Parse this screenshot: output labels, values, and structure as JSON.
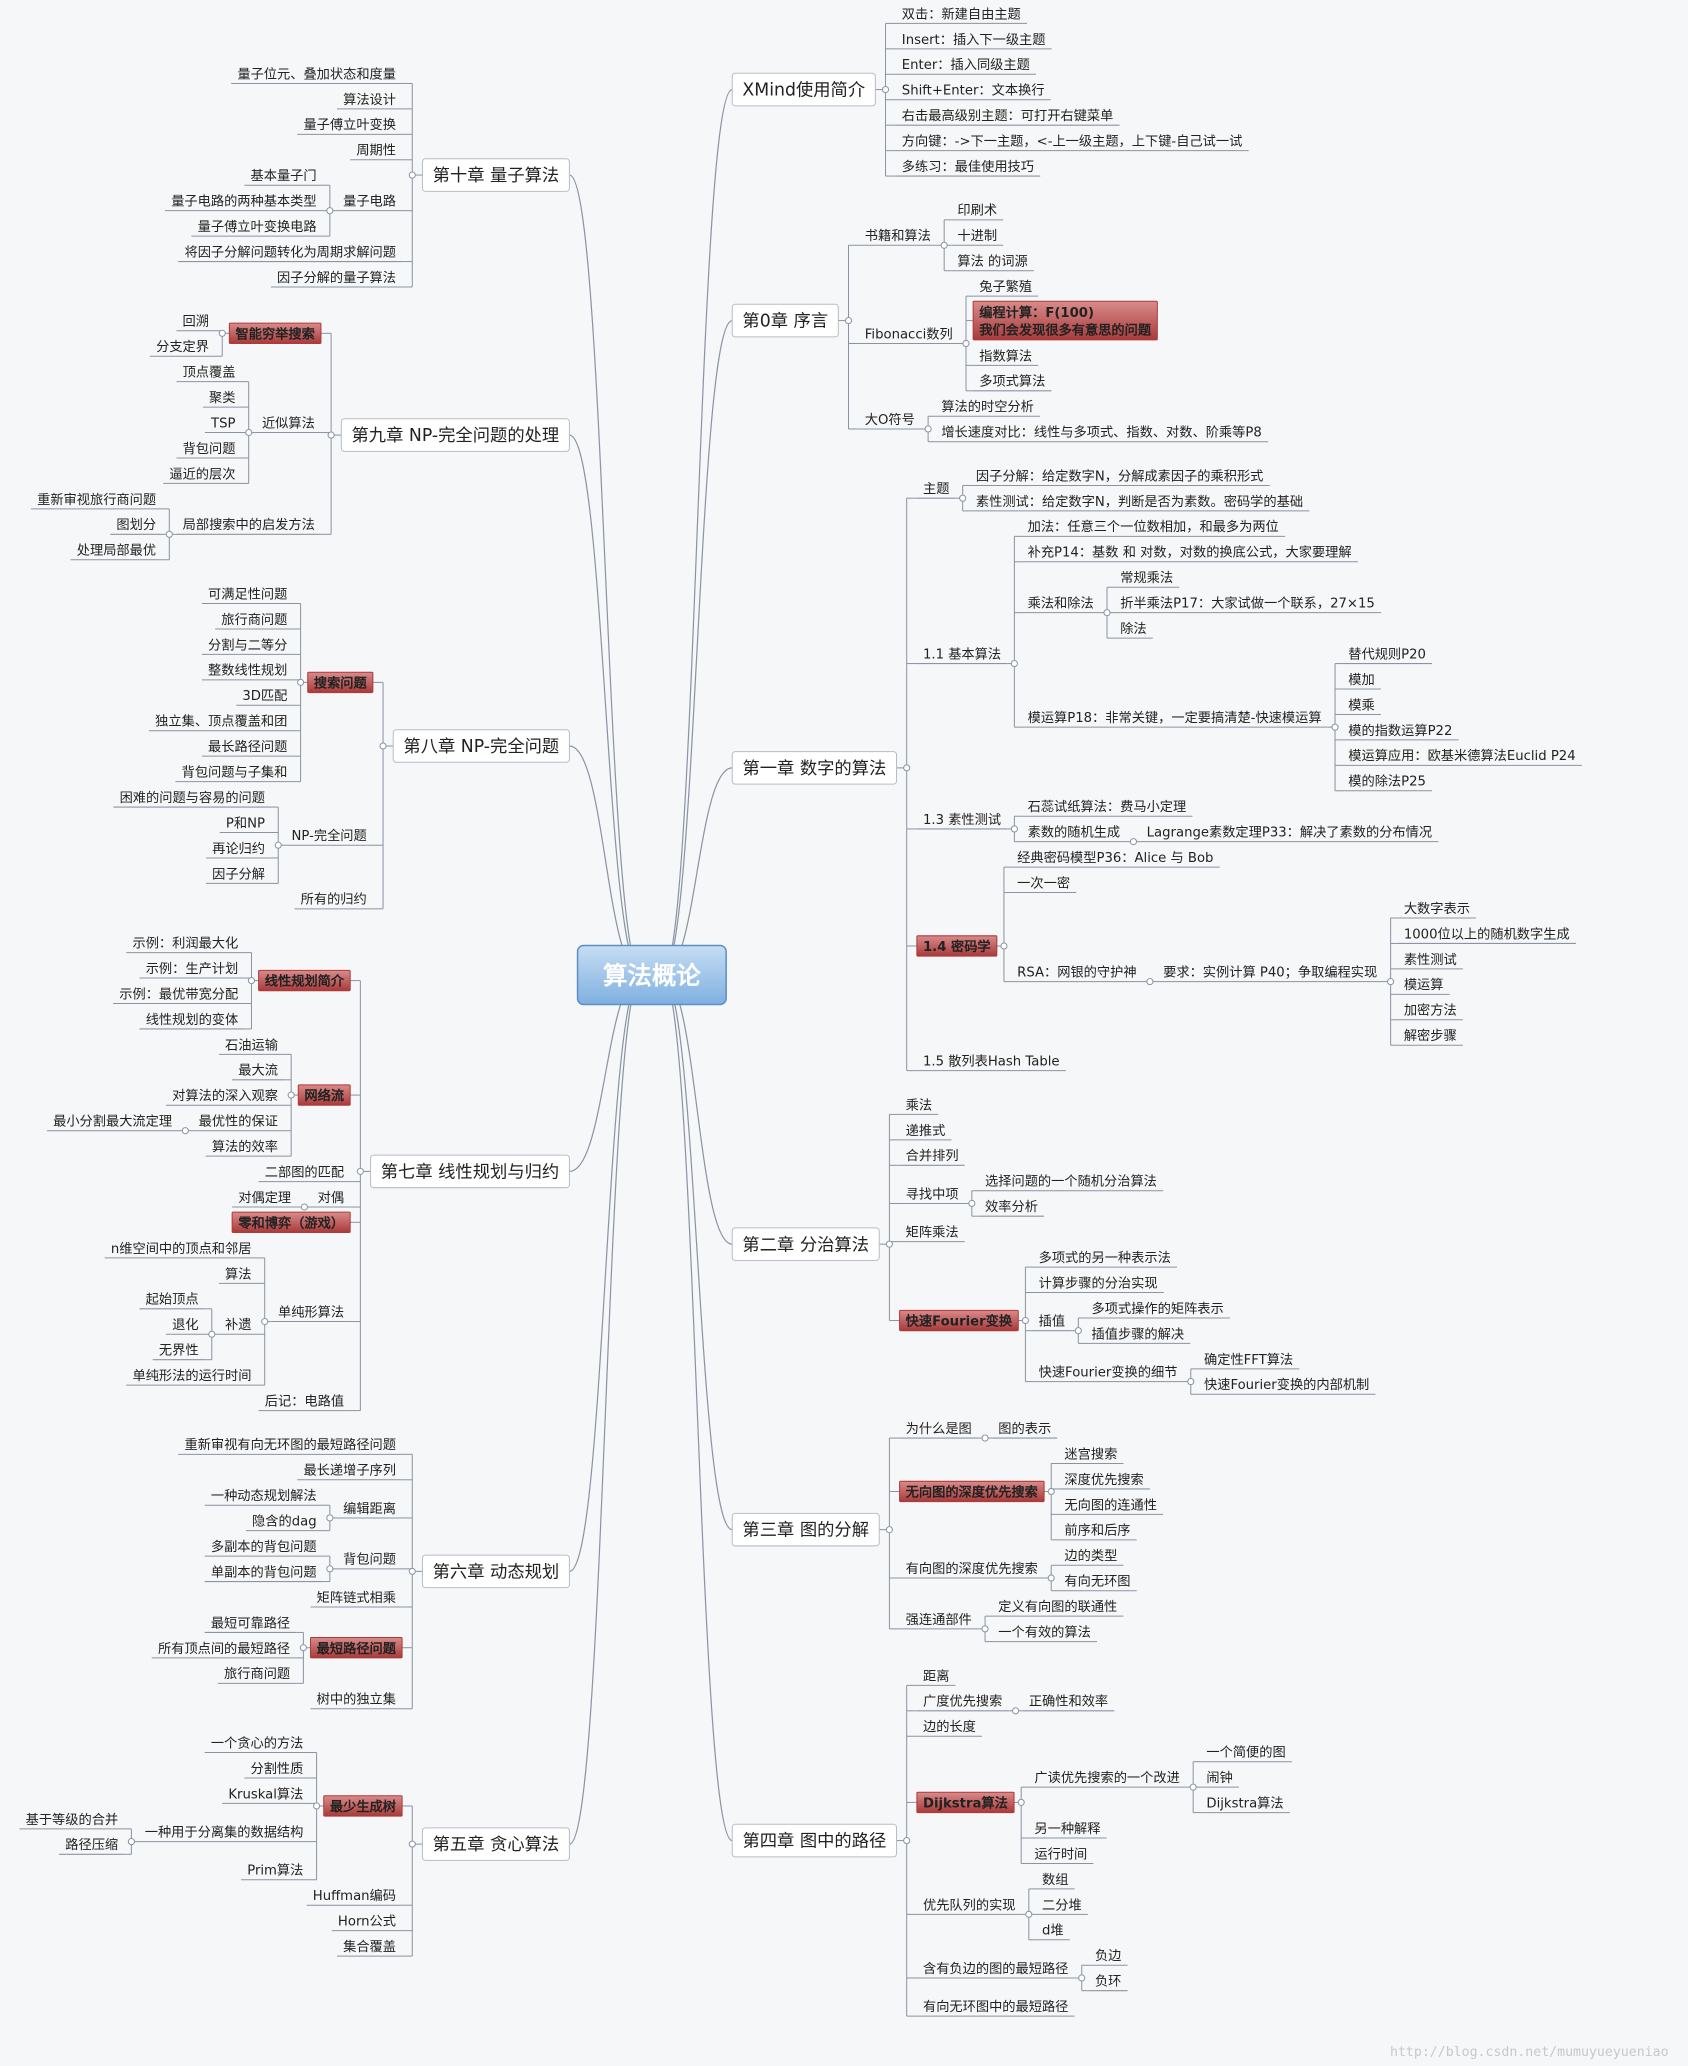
{
  "root": {
    "label": "算法概论"
  },
  "watermark": "http://blog.csdn.net/mumuyueyueniao",
  "colors": {
    "line": "#8a94a2",
    "root_fill": "#9bc1e6",
    "root_stroke": "#5d8fc6",
    "highlight": "#b03a3a",
    "chapter_stroke": "#b8bec6"
  },
  "chapters": [
    {
      "label": "XMind使用简介",
      "side": "right",
      "children": [
        {
          "label": "双击：新建自由主题"
        },
        {
          "label": "Insert：插入下一级主题"
        },
        {
          "label": "Enter：插入同级主题"
        },
        {
          "label": "Shift+Enter：文本换行"
        },
        {
          "label": "右击最高级别主题：可打开右键菜单"
        },
        {
          "label": "方向键：->下一主题，<-上一级主题，上下键-自己试一试"
        },
        {
          "label": "多练习：最佳使用技巧"
        }
      ]
    },
    {
      "label": "第0章 序言",
      "side": "right",
      "children": [
        {
          "label": "书籍和算法",
          "children": [
            {
              "label": "印刷术"
            },
            {
              "label": "十进制"
            },
            {
              "label": "算法 的词源"
            }
          ]
        },
        {
          "label": "Fibonacci数列",
          "children": [
            {
              "label": "兔子繁殖"
            },
            {
              "label": "编程计算：F(100)\n我们会发现很多有意思的问题",
              "highlight": true
            },
            {
              "label": "指数算法"
            },
            {
              "label": "多项式算法"
            }
          ]
        },
        {
          "label": "大O符号",
          "children": [
            {
              "label": "算法的时空分析"
            },
            {
              "label": "增长速度对比：线性与多项式、指数、对数、阶乘等P8"
            }
          ]
        }
      ]
    },
    {
      "label": "第一章 数字的算法",
      "side": "right",
      "children": [
        {
          "label": "主题",
          "children": [
            {
              "label": "因子分解：给定数字N，分解成素因子的乘积形式"
            },
            {
              "label": "素性测试：给定数字N，判断是否为素数。密码学的基础"
            }
          ]
        },
        {
          "label": "1.1 基本算法",
          "children": [
            {
              "label": "加法：任意三个一位数相加，和最多为两位"
            },
            {
              "label": "补充P14：基数 和 对数，对数的换底公式，大家要理解"
            },
            {
              "label": "乘法和除法",
              "children": [
                {
                  "label": "常规乘法"
                },
                {
                  "label": "折半乘法P17：大家试做一个联系，27×15"
                },
                {
                  "label": "除法"
                }
              ]
            },
            {
              "label": "模运算P18：非常关键，一定要搞清楚-快速模运算",
              "children": [
                {
                  "label": "替代规则P20"
                },
                {
                  "label": "模加"
                },
                {
                  "label": "模乘"
                },
                {
                  "label": "模的指数运算P22"
                },
                {
                  "label": "模运算应用：欧基米德算法Euclid P24"
                },
                {
                  "label": "模的除法P25"
                }
              ]
            }
          ]
        },
        {
          "label": "1.3 素性测试",
          "children": [
            {
              "label": "石蕊试纸算法：费马小定理"
            },
            {
              "label": "素数的随机生成",
              "children": [
                {
                  "label": "Lagrange素数定理P33：解决了素数的分布情况"
                }
              ]
            }
          ]
        },
        {
          "label": "1.4 密码学",
          "highlight": true,
          "children": [
            {
              "label": "经典密码模型P36：Alice 与 Bob"
            },
            {
              "label": "一次一密"
            },
            {
              "label": "RSA：网银的守护神",
              "children": [
                {
                  "label": "要求：实例计算 P40；争取编程实现",
                  "children": [
                    {
                      "label": "大数字表示"
                    },
                    {
                      "label": "1000位以上的随机数字生成"
                    },
                    {
                      "label": "素性测试"
                    },
                    {
                      "label": "模运算"
                    },
                    {
                      "label": "加密方法"
                    },
                    {
                      "label": "解密步骤"
                    }
                  ]
                }
              ]
            }
          ]
        },
        {
          "label": "1.5 散列表Hash Table"
        }
      ]
    },
    {
      "label": "第二章 分治算法",
      "side": "right",
      "children": [
        {
          "label": "乘法"
        },
        {
          "label": "递推式"
        },
        {
          "label": "合并排列"
        },
        {
          "label": "寻找中项",
          "children": [
            {
              "label": "选择问题的一个随机分治算法"
            },
            {
              "label": "效率分析"
            }
          ]
        },
        {
          "label": "矩阵乘法"
        },
        {
          "label": "快速Fourier变换",
          "highlight": true,
          "children": [
            {
              "label": "多项式的另一种表示法"
            },
            {
              "label": "计算步骤的分治实现"
            },
            {
              "label": "插值",
              "children": [
                {
                  "label": "多项式操作的矩阵表示"
                },
                {
                  "label": "插值步骤的解决"
                }
              ]
            },
            {
              "label": "快速Fourier变换的细节",
              "children": [
                {
                  "label": "确定性FFT算法"
                },
                {
                  "label": "快速Fourier变换的内部机制"
                }
              ]
            }
          ]
        }
      ]
    },
    {
      "label": "第三章 图的分解",
      "side": "right",
      "children": [
        {
          "label": "为什么是图",
          "children": [
            {
              "label": "图的表示"
            }
          ]
        },
        {
          "label": "无向图的深度优先搜索",
          "highlight": true,
          "children": [
            {
              "label": "迷宫搜索"
            },
            {
              "label": "深度优先搜索"
            },
            {
              "label": "无向图的连通性"
            },
            {
              "label": "前序和后序"
            }
          ]
        },
        {
          "label": "有向图的深度优先搜索",
          "children": [
            {
              "label": "边的类型"
            },
            {
              "label": "有向无环图"
            }
          ]
        },
        {
          "label": "强连通部件",
          "children": [
            {
              "label": "定义有向图的联通性"
            },
            {
              "label": "一个有效的算法"
            }
          ]
        }
      ]
    },
    {
      "label": "第四章 图中的路径",
      "side": "right",
      "children": [
        {
          "label": "距离"
        },
        {
          "label": "广度优先搜索",
          "children": [
            {
              "label": "正确性和效率"
            }
          ]
        },
        {
          "label": "边的长度"
        },
        {
          "label": "Dijkstra算法",
          "highlight": true,
          "children": [
            {
              "label": "广读优先搜索的一个改进",
              "children": [
                {
                  "label": "一个简便的图"
                },
                {
                  "label": "闹钟"
                },
                {
                  "label": "Dijkstra算法"
                }
              ]
            },
            {
              "label": "另一种解释"
            },
            {
              "label": "运行时间"
            }
          ]
        },
        {
          "label": "优先队列的实现",
          "children": [
            {
              "label": "数组"
            },
            {
              "label": "二分堆"
            },
            {
              "label": "d堆"
            }
          ]
        },
        {
          "label": "含有负边的图的最短路径",
          "children": [
            {
              "label": "负边"
            },
            {
              "label": "负环"
            }
          ]
        },
        {
          "label": "有向无环图中的最短路径"
        }
      ]
    },
    {
      "label": "第十章 量子算法",
      "side": "left",
      "children": [
        {
          "label": "量子位元、叠加状态和度量"
        },
        {
          "label": "算法设计"
        },
        {
          "label": "量子傅立叶变换"
        },
        {
          "label": "周期性"
        },
        {
          "label": "量子电路",
          "children": [
            {
              "label": "基本量子门"
            },
            {
              "label": "量子电路的两种基本类型"
            },
            {
              "label": "量子傅立叶变换电路"
            }
          ]
        },
        {
          "label": "将因子分解问题转化为周期求解问题"
        },
        {
          "label": "因子分解的量子算法"
        }
      ]
    },
    {
      "label": "第九章 NP-完全问题的处理",
      "side": "left",
      "children": [
        {
          "label": "智能穷举搜索",
          "highlight": true,
          "children": [
            {
              "label": "回溯"
            },
            {
              "label": "分支定界"
            }
          ]
        },
        {
          "label": "近似算法",
          "children": [
            {
              "label": "顶点覆盖"
            },
            {
              "label": "聚类"
            },
            {
              "label": "TSP"
            },
            {
              "label": "背包问题"
            },
            {
              "label": "逼近的层次"
            }
          ]
        },
        {
          "label": "局部搜索中的启发方法",
          "children": [
            {
              "label": "重新审视旅行商问题"
            },
            {
              "label": "图划分"
            },
            {
              "label": "处理局部最优"
            }
          ]
        }
      ]
    },
    {
      "label": "第八章 NP-完全问题",
      "side": "left",
      "children": [
        {
          "label": "搜索问题",
          "highlight": true,
          "children": [
            {
              "label": "可满足性问题"
            },
            {
              "label": "旅行商问题"
            },
            {
              "label": "分割与二等分"
            },
            {
              "label": "整数线性规划"
            },
            {
              "label": "3D匹配"
            },
            {
              "label": "独立集、顶点覆盖和团"
            },
            {
              "label": "最长路径问题"
            },
            {
              "label": "背包问题与子集和"
            }
          ]
        },
        {
          "label": "NP-完全问题",
          "children": [
            {
              "label": "困难的问题与容易的问题"
            },
            {
              "label": "P和NP"
            },
            {
              "label": "再论归约"
            },
            {
              "label": "因子分解"
            }
          ]
        },
        {
          "label": "所有的归约"
        }
      ]
    },
    {
      "label": "第七章 线性规划与归约",
      "side": "left",
      "children": [
        {
          "label": "线性规划简介",
          "highlight": true,
          "children": [
            {
              "label": "示例：利润最大化"
            },
            {
              "label": "示例：生产计划"
            },
            {
              "label": "示例：最优带宽分配"
            },
            {
              "label": "线性规划的变体"
            }
          ]
        },
        {
          "label": "网络流",
          "highlight": true,
          "children": [
            {
              "label": "石油运输"
            },
            {
              "label": "最大流"
            },
            {
              "label": "对算法的深入观察"
            },
            {
              "label": "最优性的保证",
              "children": [
                {
                  "label": "最小分割最大流定理"
                }
              ]
            },
            {
              "label": "算法的效率"
            }
          ]
        },
        {
          "label": "二部图的匹配"
        },
        {
          "label": "对偶",
          "children": [
            {
              "label": "对偶定理"
            }
          ]
        },
        {
          "label": "零和博弈（游戏）",
          "highlight": true
        },
        {
          "label": "单纯形算法",
          "children": [
            {
              "label": "n维空间中的顶点和邻居"
            },
            {
              "label": "算法"
            },
            {
              "label": "补遗",
              "children": [
                {
                  "label": "起始顶点"
                },
                {
                  "label": "退化"
                },
                {
                  "label": "无界性"
                }
              ]
            },
            {
              "label": "单纯形法的运行时间"
            }
          ]
        },
        {
          "label": "后记：电路值"
        }
      ]
    },
    {
      "label": "第六章 动态规划",
      "side": "left",
      "children": [
        {
          "label": "重新审视有向无环图的最短路径问题"
        },
        {
          "label": "最长递增子序列"
        },
        {
          "label": "编辑距离",
          "children": [
            {
              "label": "一种动态规划解法"
            },
            {
              "label": "隐含的dag"
            }
          ]
        },
        {
          "label": "背包问题",
          "children": [
            {
              "label": "多副本的背包问题"
            },
            {
              "label": "单副本的背包问题"
            }
          ]
        },
        {
          "label": "矩阵链式相乘"
        },
        {
          "label": "最短路径问题",
          "highlight": true,
          "children": [
            {
              "label": "最短可靠路径"
            },
            {
              "label": "所有顶点间的最短路径"
            },
            {
              "label": "旅行商问题"
            }
          ]
        },
        {
          "label": "树中的独立集"
        }
      ]
    },
    {
      "label": "第五章 贪心算法",
      "side": "left",
      "children": [
        {
          "label": "最少生成树",
          "highlight": true,
          "children": [
            {
              "label": "一个贪心的方法"
            },
            {
              "label": "分割性质"
            },
            {
              "label": "Kruskal算法"
            },
            {
              "label": "一种用于分离集的数据结构",
              "children": [
                {
                  "label": "基于等级的合并"
                },
                {
                  "label": "路径压缩"
                }
              ]
            },
            {
              "label": "Prim算法"
            }
          ]
        },
        {
          "label": "Huffman编码"
        },
        {
          "label": "Horn公式"
        },
        {
          "label": "集合覆盖"
        }
      ]
    }
  ]
}
